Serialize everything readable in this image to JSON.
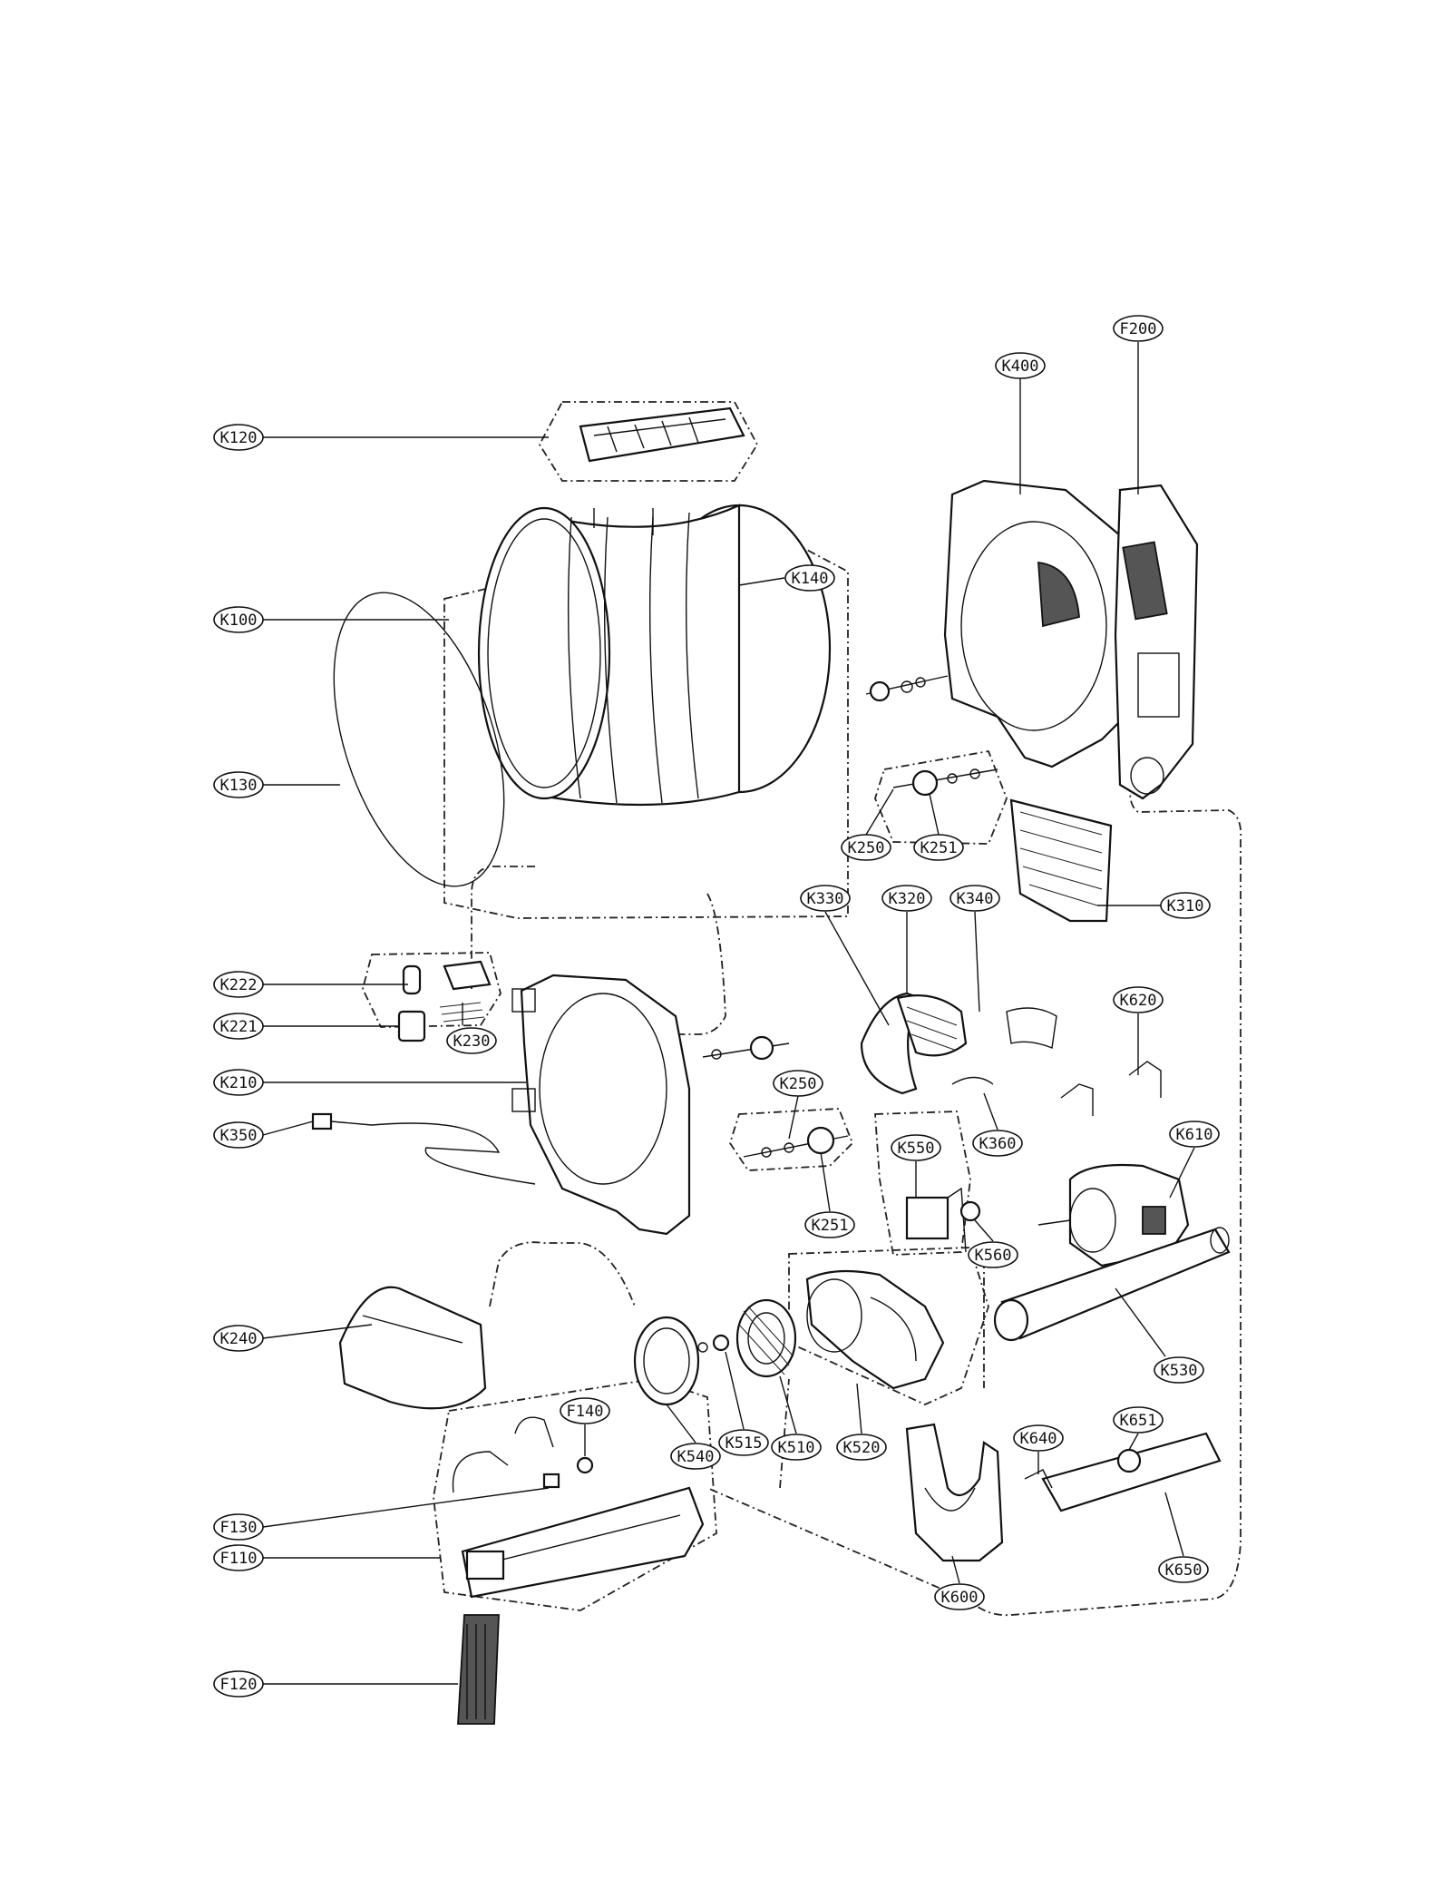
{
  "callouts": [
    {
      "id": "K120",
      "label": "K120"
    },
    {
      "id": "K100",
      "label": "K100"
    },
    {
      "id": "K130",
      "label": "K130"
    },
    {
      "id": "K140",
      "label": "K140"
    },
    {
      "id": "K400",
      "label": "K400"
    },
    {
      "id": "F200",
      "label": "F200"
    },
    {
      "id": "K250a",
      "label": "K250"
    },
    {
      "id": "K251a",
      "label": "K251"
    },
    {
      "id": "K310",
      "label": "K310"
    },
    {
      "id": "K330",
      "label": "K330"
    },
    {
      "id": "K320",
      "label": "K320"
    },
    {
      "id": "K340",
      "label": "K340"
    },
    {
      "id": "K222",
      "label": "K222"
    },
    {
      "id": "K221",
      "label": "K221"
    },
    {
      "id": "K230",
      "label": "K230"
    },
    {
      "id": "K210",
      "label": "K210"
    },
    {
      "id": "K350",
      "label": "K350"
    },
    {
      "id": "K360",
      "label": "K360"
    },
    {
      "id": "K620",
      "label": "K620"
    },
    {
      "id": "K250b",
      "label": "K250"
    },
    {
      "id": "K251b",
      "label": "K251"
    },
    {
      "id": "K550",
      "label": "K550"
    },
    {
      "id": "K560",
      "label": "K560"
    },
    {
      "id": "K610",
      "label": "K610"
    },
    {
      "id": "K240",
      "label": "K240"
    },
    {
      "id": "K530",
      "label": "K530"
    },
    {
      "id": "K540",
      "label": "K540"
    },
    {
      "id": "K515",
      "label": "K515"
    },
    {
      "id": "K510",
      "label": "K510"
    },
    {
      "id": "K520",
      "label": "K520"
    },
    {
      "id": "F140",
      "label": "F140"
    },
    {
      "id": "K640",
      "label": "K640"
    },
    {
      "id": "K651",
      "label": "K651"
    },
    {
      "id": "F130",
      "label": "F130"
    },
    {
      "id": "F110",
      "label": "F110"
    },
    {
      "id": "K600",
      "label": "K600"
    },
    {
      "id": "K650",
      "label": "K650"
    },
    {
      "id": "F120",
      "label": "F120"
    }
  ]
}
